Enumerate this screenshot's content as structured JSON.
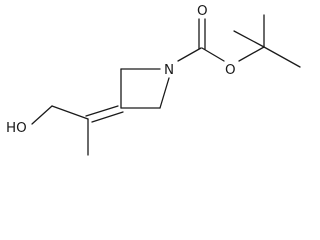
{
  "molecule": {
    "atoms": [
      {
        "id": "n1",
        "label": "N"
      },
      {
        "id": "o-carbonyl",
        "label": "O"
      },
      {
        "id": "o-ester",
        "label": "O"
      },
      {
        "id": "o-hydroxyl",
        "label": "HO"
      }
    ]
  },
  "colors": {
    "bond": "#1a1a1a",
    "background": "#ffffff"
  }
}
